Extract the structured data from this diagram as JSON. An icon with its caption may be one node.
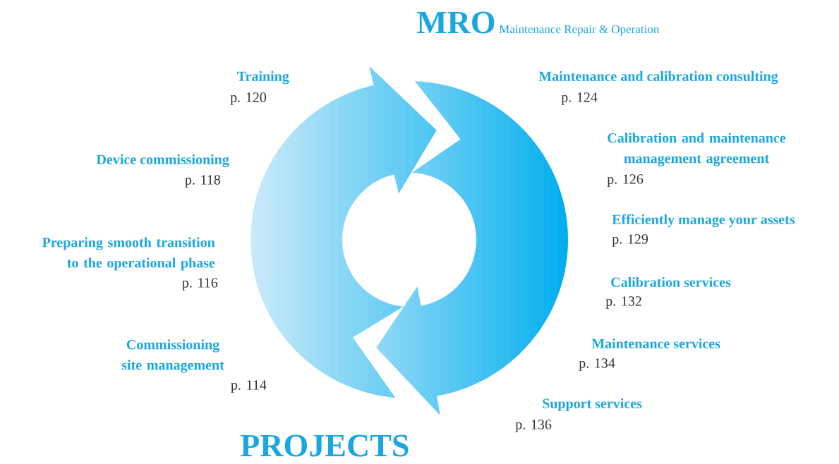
{
  "diagram": {
    "labels": [
      "MRO",
      "Maintenance Repair & Operation",
      "Training",
      "p. 120",
      "Maintenance and calibration consulting",
      "p. 124",
      "Device commissioning",
      "p. 118",
      "Calibration and maintenance management agreement",
      "p. 126",
      "Efficiently manage your assets",
      "p. 129",
      "Preparing smooth transition to the operational phase",
      "p. 116",
      "Calibration services",
      "p. 132",
      "Commissioning site management",
      "Maintenance services",
      "p. 134",
      "p. 114",
      "Support services",
      "p. 136",
      "PROJECTS"
    ]
  }
}
